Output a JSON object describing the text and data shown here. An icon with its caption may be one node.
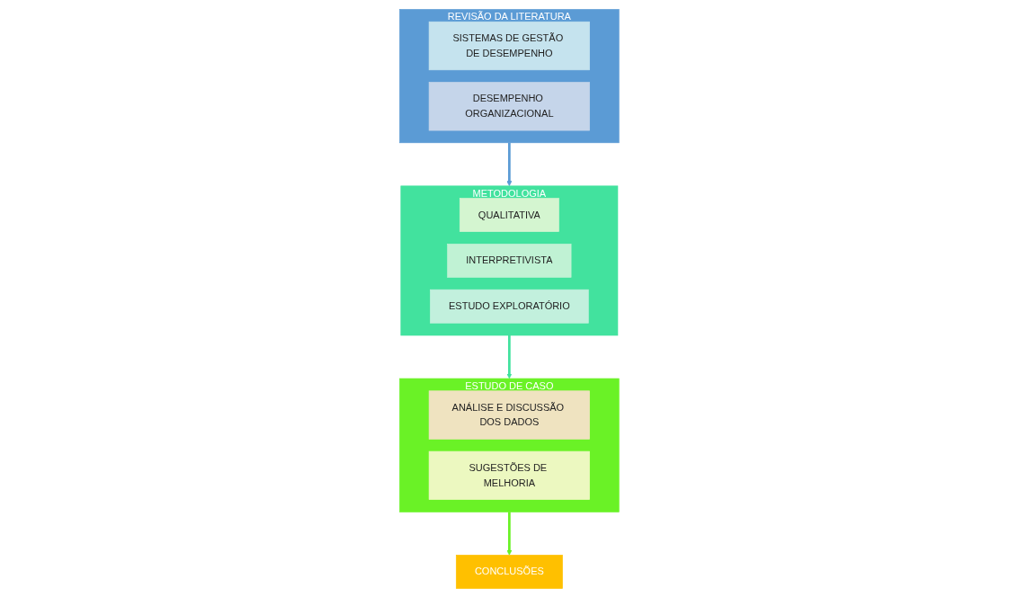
{
  "diagram": {
    "nodes": [
      {
        "text": [
          "REVISÃO DA LITERATURA"
        ]
      },
      {
        "text": [
          "SISTEMAS DE GESTÃO DE DESEMPENHO"
        ],
        "in": 0
      },
      {
        "text": [
          "DESEMPENHO ORGANIZACIONAL"
        ],
        "in": 0
      },
      {
        "text": [
          "METODOLOGIA"
        ]
      },
      {
        "text": [
          "QUALITATIVA"
        ],
        "in": 3
      },
      {
        "text": [
          "INTERPRETIVISTA"
        ],
        "in": 3
      },
      {
        "text": [
          "ESTUDO EXPLORATÓRIO"
        ],
        "in": 3
      },
      {
        "text": [
          "ESTUDO DE CASO"
        ]
      },
      {
        "text": [
          "ANÁLISE E DISCUSSÃO DOS DADOS"
        ],
        "in": 7
      },
      {
        "text": [
          "SUGESTÕES DE MELHORIA"
        ],
        "in": 7
      },
      {
        "text": [
          "CONCLUSÕES"
        ]
      }
    ],
    "edges": [
      {
        "from": 0,
        "to": 3,
        "arrow": "to",
        "color": "#5b9bd5"
      },
      {
        "from": 3,
        "to": 7,
        "arrow": "to",
        "color": "#42e29e"
      },
      {
        "from": 7,
        "to": 10,
        "arrow": "to",
        "color": "#6af226"
      }
    ]
  }
}
